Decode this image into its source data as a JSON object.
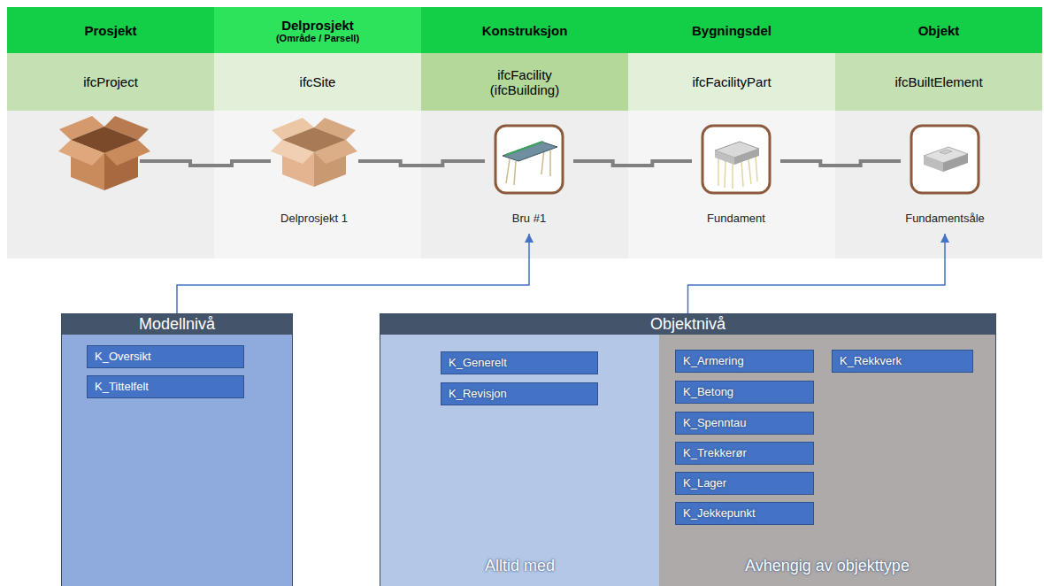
{
  "diagram": {
    "nodes": [
      {
        "text": [
          "Prosjekt"
        ]
      },
      {
        "text": [
          "Delprosjekt",
          "(Område / Parsell)"
        ]
      },
      {
        "text": [
          "Konstruksjon"
        ]
      },
      {
        "text": [
          "Bygningsdel"
        ]
      },
      {
        "text": [
          "Objekt"
        ]
      },
      {
        "text": [
          "ifcProject"
        ]
      },
      {
        "text": [
          "ifcSite"
        ]
      },
      {
        "text": [
          "ifcFacility (ifcBuilding)"
        ]
      },
      {
        "text": [
          "ifcFacilityPart"
        ]
      },
      {
        "text": [
          "ifcBuiltElement"
        ]
      },
      {
        "text": [
          "Delprosjekt 1"
        ]
      },
      {
        "text": [
          "Bru #1"
        ]
      },
      {
        "text": [
          "Fundament"
        ]
      },
      {
        "text": [
          "Fundamentsåle"
        ]
      },
      {
        "text": [
          "Modellnivå"
        ]
      },
      {
        "text": [
          "K_Oversikt"
        ],
        "in": 14
      },
      {
        "text": [
          "K_Tittelfelt"
        ],
        "in": 14
      },
      {
        "text": [
          "Objektnivå"
        ]
      },
      {
        "text": [
          "Alltid med"
        ],
        "in": 17
      },
      {
        "text": [
          "K_Generelt"
        ],
        "in": 18
      },
      {
        "text": [
          "K_Revisjon"
        ],
        "in": 18
      },
      {
        "text": [
          "Avhengig av objekttype"
        ],
        "in": 17
      },
      {
        "text": [
          "K_Armering"
        ],
        "in": 21
      },
      {
        "text": [
          "K_Betong"
        ],
        "in": 21
      },
      {
        "text": [
          "K_Spenntau"
        ],
        "in": 21
      },
      {
        "text": [
          "K_Trekkerør"
        ],
        "in": 21
      },
      {
        "text": [
          "K_Lager"
        ],
        "in": 21
      },
      {
        "text": [
          "K_Jekkepunkt"
        ],
        "in": 21
      },
      {
        "text": [
          "K_Rekkverk"
        ],
        "in": 21
      }
    ],
    "edges": [
      {
        "from": 10,
        "to": 11,
        "arrow": "none"
      },
      {
        "from": 11,
        "to": 12,
        "arrow": "none"
      },
      {
        "from": 12,
        "to": 13,
        "arrow": "none"
      },
      {
        "from": 14,
        "to": 11,
        "arrow": "to"
      },
      {
        "from": 17,
        "to": 13,
        "arrow": "to"
      }
    ]
  }
}
